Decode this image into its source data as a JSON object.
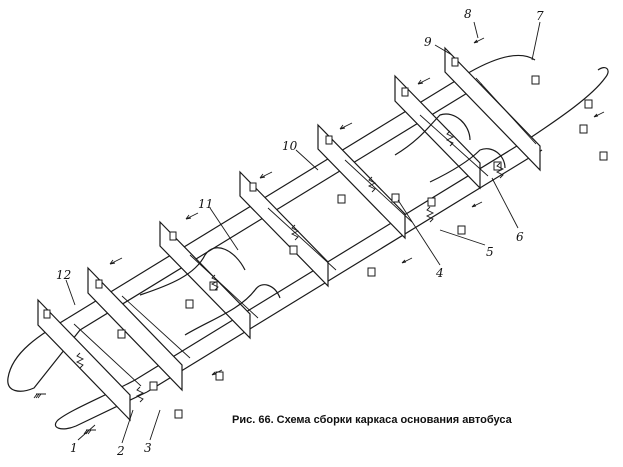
{
  "figure": {
    "caption": "Рис. 66. Схема сборки каркаса основания автобуса",
    "callouts": [
      "1",
      "2",
      "3",
      "4",
      "5",
      "6",
      "7",
      "8",
      "9",
      "10",
      "11",
      "12"
    ]
  }
}
